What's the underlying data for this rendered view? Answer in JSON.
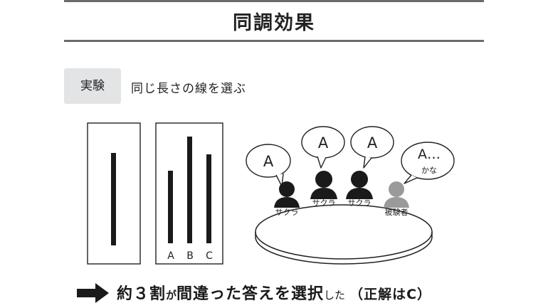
{
  "title": "同調効果",
  "experiment": {
    "tag": "実験",
    "description": "同じ長さの線を選ぶ"
  },
  "lines": {
    "labels": [
      "A",
      "B",
      "C"
    ],
    "correct": "C"
  },
  "people": {
    "sakura_label": "サクラ",
    "subject_label": "被験者",
    "bubble_answer": "A",
    "subject_answer": "A…",
    "subject_hesitation": "かな"
  },
  "result": {
    "part1": "約３割",
    "part2": "が",
    "part3": "間違った答えを選択",
    "part4": "した",
    "note": "（正解はC）"
  },
  "colors": {
    "rule": "#6b6b6b",
    "tag_bg": "#e3e4e6",
    "person": "#1a1a1a",
    "subject": "#9a9a9a"
  }
}
